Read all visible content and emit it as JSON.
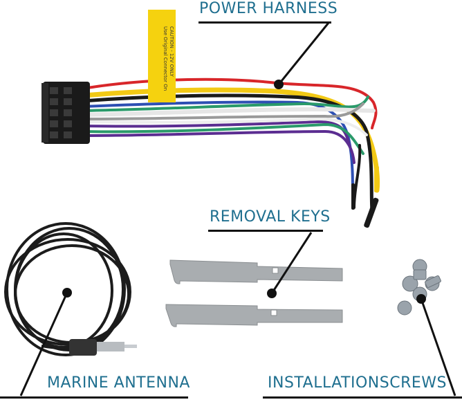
{
  "labels": {
    "power_harness": "POWER HARNESS",
    "removal_keys": "REMOVAL KEYS",
    "marine_antenna": "MARINE ANTENNA",
    "installation_screws": "INSTALLATIONSCREWS"
  },
  "caution_tag": {
    "line1": "CAUTION - 12V ONLY",
    "line2": "Use Original Connector On"
  },
  "colors": {
    "label_text": "#1f6f8f",
    "callout_line": "#111111",
    "connector": "#1a1a1a",
    "tag": "#f5d20f",
    "key_metal": "#a9adb0",
    "antenna_cable": "#1c1c1c",
    "screw": "#9aa3ab",
    "wire_red": "#d8262a",
    "wire_yellow": "#f2c915",
    "wire_black": "#1a1a1a",
    "wire_blue": "#2d4fb3",
    "wire_green": "#2a9a6a",
    "wire_white": "#e6e6e6",
    "wire_grey": "#9a9a9a",
    "wire_purple": "#5b2d91"
  }
}
